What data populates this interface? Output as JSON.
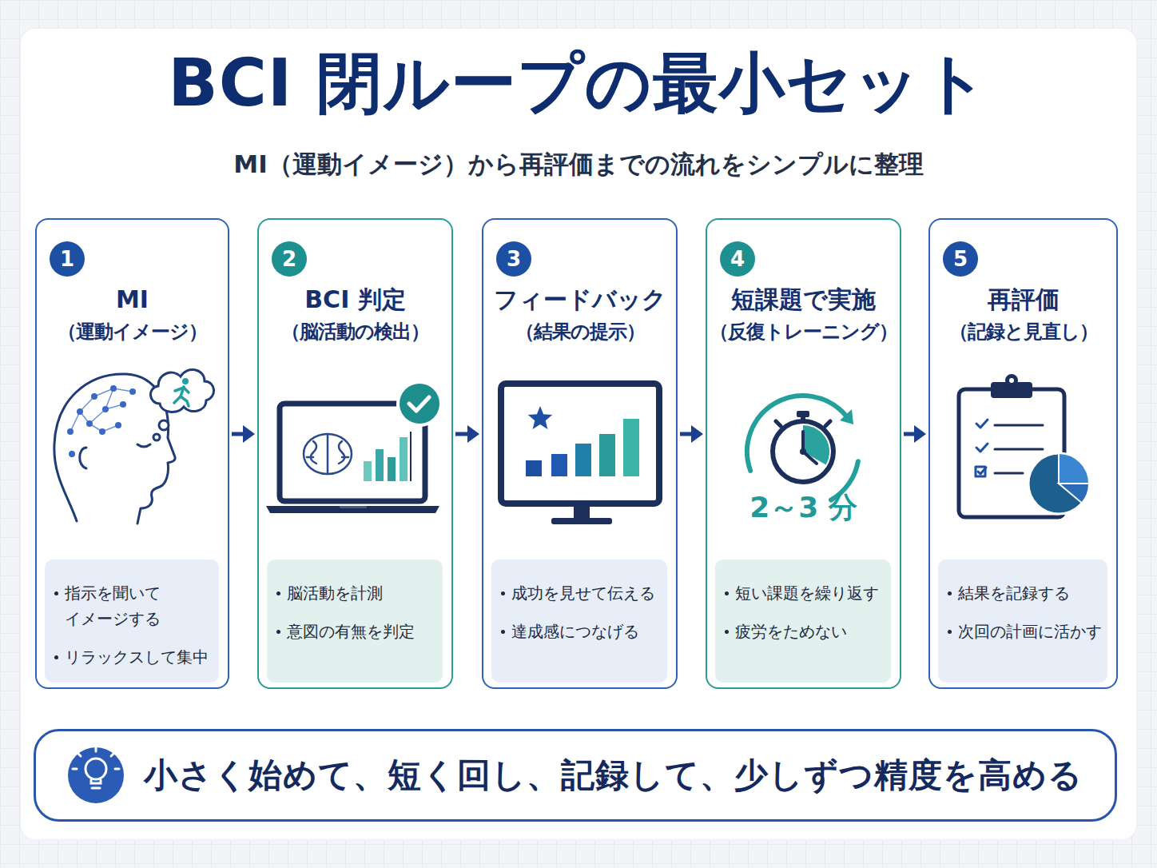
{
  "diagram": {
    "title": "BCI 閉ループの最小セット",
    "nodes": [
      {
        "text": [
          "MI",
          "（運動イメージ）"
        ]
      },
      {
        "text": [
          "1"
        ],
        "in": 0
      },
      {
        "text": [
          "指示を聞いて イメージする",
          "リラックスして集中"
        ],
        "in": 0
      },
      {
        "text": [
          "BCI 判定",
          "（脳活動の検出）"
        ]
      },
      {
        "text": [
          "2"
        ],
        "in": 3
      },
      {
        "text": [
          "脳活動を計測",
          "意図の有無を判定"
        ],
        "in": 3
      },
      {
        "text": [
          "フィードバック",
          "（結果の提示）"
        ]
      },
      {
        "text": [
          "3"
        ],
        "in": 6
      },
      {
        "text": [
          "成功を見せて伝える",
          "達成感につなげる"
        ],
        "in": 6
      },
      {
        "text": [
          "短課題で実施",
          "（反復トレーニング）"
        ]
      },
      {
        "text": [
          "4"
        ],
        "in": 9
      },
      {
        "text": [
          "短い課題を繰り返す",
          "疲労をためない"
        ],
        "in": 9
      },
      {
        "text": [
          "再評価",
          "（記録と見直し）"
        ]
      },
      {
        "text": [
          "5"
        ],
        "in": 12
      },
      {
        "text": [
          "結果を記録する",
          "次回の計画に活かす"
        ],
        "in": 12
      },
      {
        "text": [
          "小さく始めて、短く回し、記録して、少しずつ精度を高める"
        ]
      }
    ],
    "edges": [
      {
        "from": 0,
        "to": 3,
        "arrow": "to"
      },
      {
        "from": 3,
        "to": 6,
        "arrow": "to"
      },
      {
        "from": 6,
        "to": 9,
        "arrow": "to"
      },
      {
        "from": 9,
        "to": 12,
        "arrow": "to"
      }
    ],
    "labels": [
      "MI（運動イメージ）から再評価までの流れをシンプルに整理",
      "2～3 分"
    ]
  }
}
